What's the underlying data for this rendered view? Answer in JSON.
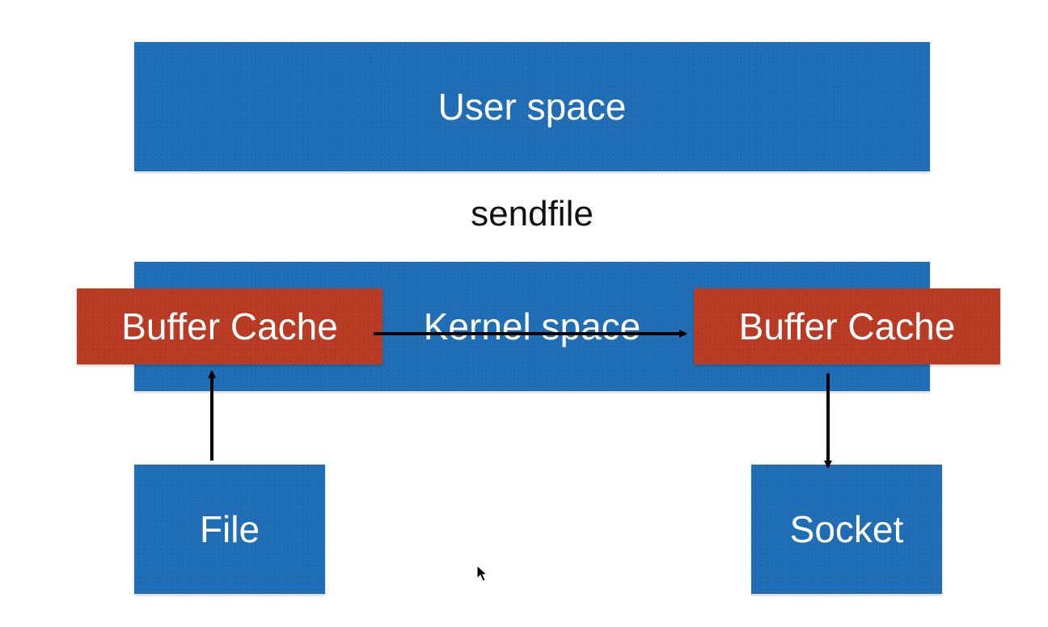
{
  "diagram": {
    "user_space": "User space",
    "syscall": "sendfile",
    "kernel_space": "Kernel space",
    "buffer_cache_left": "Buffer Cache",
    "buffer_cache_right": "Buffer Cache",
    "file": "File",
    "socket": "Socket"
  },
  "colors": {
    "box_blue": "#1f6db5",
    "box_red": "#b83a23",
    "arrow": "#000000"
  }
}
